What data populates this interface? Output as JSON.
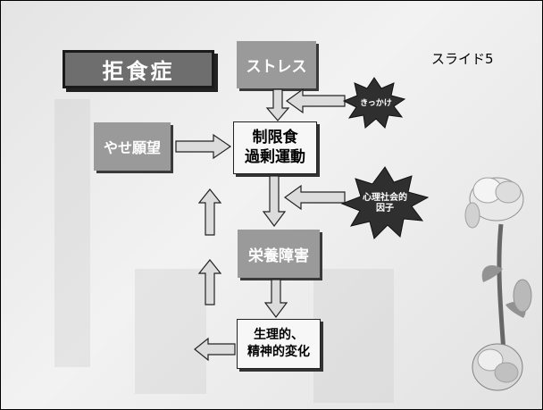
{
  "slide": {
    "title": "拒食症",
    "label": "スライド5"
  },
  "nodes": {
    "stress": "ストレス",
    "desire_thin": "やせ願望",
    "restriction_line1": "制限食",
    "restriction_line2": "過剰運動",
    "malnutrition": "栄養障害",
    "changes_line1": "生理的、",
    "changes_line2": "精神的変化"
  },
  "bursts": {
    "trigger": "きっかけ",
    "psycho_line1": "心理社会的",
    "psycho_line2": "因子"
  },
  "colors": {
    "box_gray": "#9a9a9a",
    "title_dark": "#6e6e6e",
    "burst": "#2f2f2f",
    "background": "#ececec"
  }
}
